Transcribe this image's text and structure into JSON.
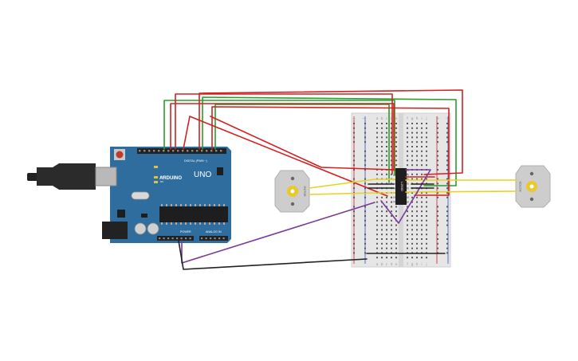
{
  "arduino": {
    "brand": "ARDUINO",
    "model": "UNO",
    "digital_label": "DIGITAL (PWM ~)",
    "power_label": "POWER",
    "analog_label": "ANALOG IN",
    "tx_label": "TX",
    "rx_label": "RX",
    "board_color": "#2f6d9e",
    "header_color": "#222222"
  },
  "breadboard": {
    "column_letters_left": [
      "a",
      "b",
      "c",
      "d",
      "e"
    ],
    "column_letters_right": [
      "f",
      "g",
      "h",
      "i",
      "j"
    ],
    "plus_sign": "+",
    "minus_sign": "−",
    "body_color": "#e6e6e6"
  },
  "driver_chip": {
    "label": "L293D"
  },
  "motors": [
    {
      "id": "motor-left",
      "label": "MOTOR"
    },
    {
      "id": "motor-right",
      "label": "MOTOR"
    }
  ],
  "wire_colors": {
    "red": "#d42020",
    "green": "#2a9d2a",
    "yellow": "#e8d21e",
    "purple": "#7a3a9a",
    "black": "#222222"
  }
}
